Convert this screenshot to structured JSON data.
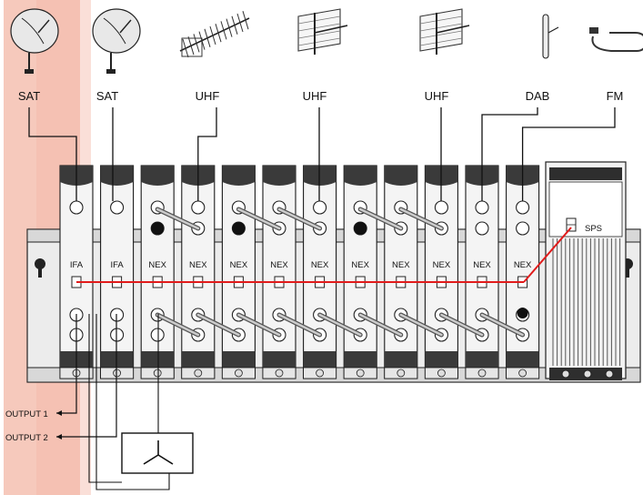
{
  "antennas": [
    {
      "label": "SAT",
      "icon": "satellite-dish-icon"
    },
    {
      "label": "SAT",
      "icon": "satellite-dish-icon"
    },
    {
      "label": "UHF",
      "icon": "yagi-antenna-icon"
    },
    {
      "label": "UHF",
      "icon": "panel-antenna-icon"
    },
    {
      "label": "UHF",
      "icon": "panel-antenna-icon"
    },
    {
      "label": "DAB",
      "icon": "dab-antenna-icon"
    },
    {
      "label": "FM",
      "icon": "fm-antenna-icon"
    }
  ],
  "modules": [
    "IFA",
    "IFA",
    "NEX",
    "NEX",
    "NEX",
    "NEX",
    "NEX",
    "NEX",
    "NEX",
    "NEX",
    "NEX",
    "NEX"
  ],
  "power_supply": {
    "label": "SPS"
  },
  "outputs": [
    "OUTPUT 1",
    "OUTPUT 2"
  ],
  "colors": {
    "brand_stripe": "#f2b7a6",
    "bus_line": "#e11b1b",
    "module_dark": "#3a3a3a"
  }
}
